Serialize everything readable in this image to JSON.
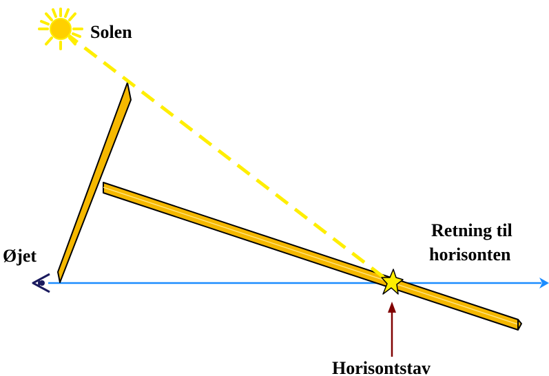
{
  "labels": {
    "sun": "Solen",
    "eye": "Øjet",
    "direction_line1": "Retning til",
    "direction_line2": "horisonten",
    "horizon_staff": "Horisontstav"
  },
  "icons": {
    "sun": "sun-icon",
    "eye": "eye-icon",
    "star": "star-icon"
  },
  "colors": {
    "horizon_line": "#1a8cff",
    "sun_ray": "#ffee00",
    "staff_fill": "#f5b800",
    "staff_outline": "#000000",
    "pointer_arrow": "#800000",
    "eye": "#1a1a5e",
    "text": "#000000"
  }
}
